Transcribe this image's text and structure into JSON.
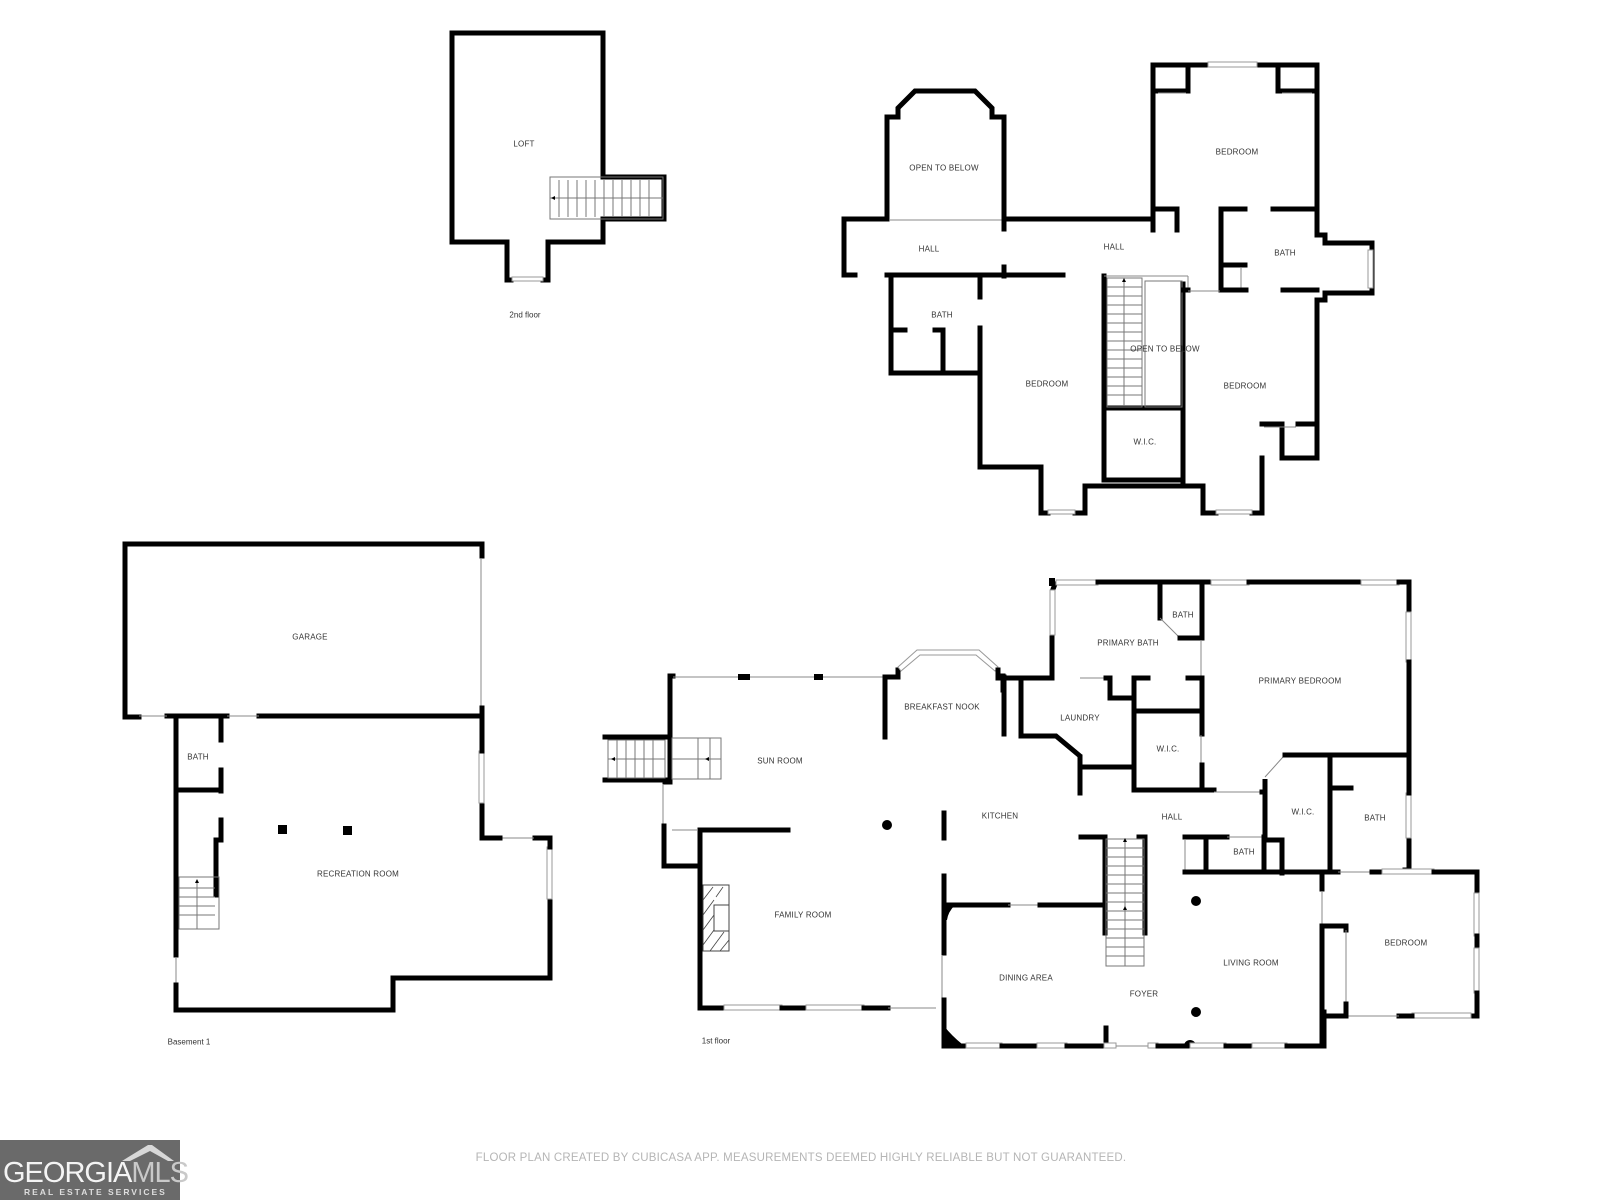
{
  "floors": {
    "second_floor_loft": {
      "label": "2nd floor",
      "rooms": [
        {
          "name": "LOFT"
        }
      ]
    },
    "second_floor_main": {
      "rooms": [
        {
          "name": "OPEN TO BELOW"
        },
        {
          "name": "BEDROOM"
        },
        {
          "name": "HALL"
        },
        {
          "name": "HALL"
        },
        {
          "name": "BATH"
        },
        {
          "name": "BATH"
        },
        {
          "name": "BEDROOM"
        },
        {
          "name": "OPEN TO BELOW"
        },
        {
          "name": "BEDROOM"
        },
        {
          "name": "W.I.C."
        }
      ]
    },
    "basement": {
      "label": "Basement 1",
      "rooms": [
        {
          "name": "GARAGE"
        },
        {
          "name": "BATH"
        },
        {
          "name": "RECREATION ROOM"
        }
      ]
    },
    "first_floor": {
      "label": "1st floor",
      "rooms": [
        {
          "name": "BATH"
        },
        {
          "name": "PRIMARY BATH"
        },
        {
          "name": "PRIMARY BEDROOM"
        },
        {
          "name": "BREAKFAST NOOK"
        },
        {
          "name": "LAUNDRY"
        },
        {
          "name": "SUN ROOM"
        },
        {
          "name": "W.I.C."
        },
        {
          "name": "KITCHEN"
        },
        {
          "name": "HALL"
        },
        {
          "name": "W.I.C."
        },
        {
          "name": "BATH"
        },
        {
          "name": "BATH"
        },
        {
          "name": "FAMILY ROOM"
        },
        {
          "name": "BEDROOM"
        },
        {
          "name": "LIVING ROOM"
        },
        {
          "name": "DINING AREA"
        },
        {
          "name": "FOYER"
        }
      ]
    }
  },
  "footer": {
    "disclaimer": "FLOOR PLAN CREATED BY CUBICASA APP. MEASUREMENTS DEEMED HIGHLY RELIABLE BUT NOT GUARANTEED."
  },
  "logo": {
    "brand_primary": "GEORGIA",
    "brand_secondary": "MLS",
    "tagline": "REAL ESTATE SERVICES",
    "background_color": "#6a6a6a"
  },
  "colors": {
    "wall": "#000000",
    "window": "#999999",
    "label": "#333333",
    "disclaimer": "#b5b5b5"
  }
}
